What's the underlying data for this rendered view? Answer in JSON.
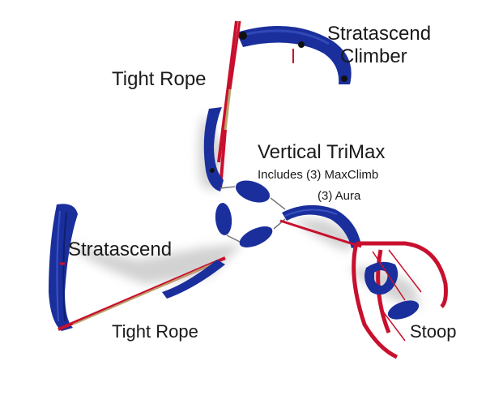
{
  "labels": {
    "stratascend_climber_line1": "Stratascend",
    "stratascend_climber_line2": "Climber",
    "tight_rope_top": "Tight Rope",
    "vertical_trimax": "Vertical TriMax",
    "includes_line1": "Includes (3) MaxClimb",
    "includes_line2": "(3) Aura",
    "stratascend": "Stratascend",
    "tight_rope_bottom": "Tight Rope",
    "stoop": "Stoop"
  },
  "colors": {
    "climber_blue": "#1a2f9c",
    "frame_red": "#c8102e",
    "shadow_gray": "#bdbdbd",
    "rope_tan": "#b9a36a"
  }
}
